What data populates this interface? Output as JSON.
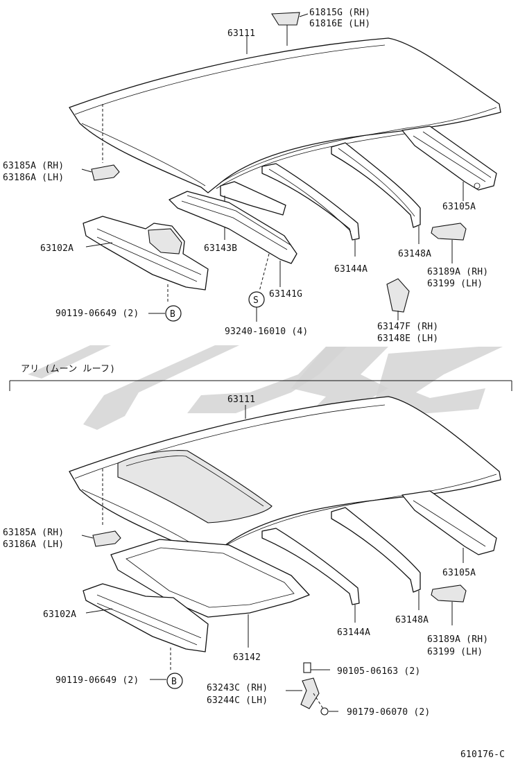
{
  "upper": {
    "labels": {
      "roof_panel": "63111",
      "molding_rh": "61815G (RH)",
      "molding_lh": "61816E (LH)",
      "bracket_rh": "63185A (RH)",
      "bracket_lh": "63186A (LH)",
      "rear_rail": "63105A",
      "front_rail": "63102A",
      "bow_143": "63143B",
      "bow_144": "63144A",
      "bow_148": "63148A",
      "bow_141": "63141G",
      "gusset_rh": "63189A (RH)",
      "gusset_lh": "63199   (LH)",
      "bolt_qty": "90119-06649 (2)",
      "callout_b": "B",
      "callout_s": "S",
      "screw_qty": "93240-16010 (4)",
      "brace_rh": "63147F (RH)",
      "brace_lh": "63148E (LH)"
    }
  },
  "divider_caption": "アリ (ムーン ルーフ)",
  "lower": {
    "labels": {
      "roof_panel": "63111",
      "bracket_rh": "63185A (RH)",
      "bracket_lh": "63186A (LH)",
      "rear_rail": "63105A",
      "front_rail": "63102A",
      "bow_144": "63144A",
      "bow_148": "63148A",
      "gusset_rh": "63189A (RH)",
      "gusset_lh": "63199   (LH)",
      "reinforcement": "63142",
      "bolt_qty": "90119-06649 (2)",
      "callout_b": "B",
      "bolt_2": "90105-06163 (2)",
      "bracket2_rh": "63243C (RH)",
      "bracket2_lh": "63244C (LH)",
      "nut": "90179-06070 (2)"
    }
  },
  "figure_number": "610176-C",
  "colors": {
    "line": "#111111",
    "watermark": "#d3d3d3",
    "background": "#ffffff"
  }
}
